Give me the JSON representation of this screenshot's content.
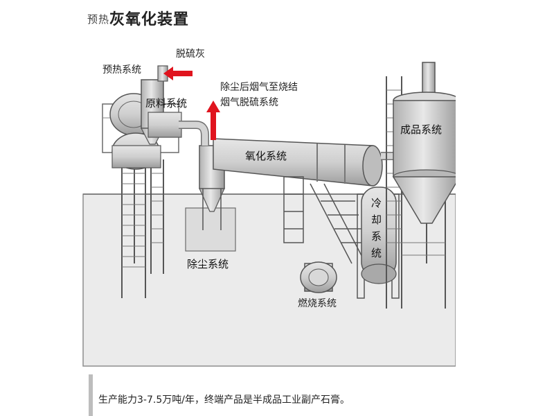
{
  "page": {
    "title_prefix": "预热",
    "title_main": "灰氧化装置",
    "footnote": "生产能力3-7.5万吨/年，终端产品是半成品工业副产石膏。"
  },
  "labels": {
    "preheat": "预热系统",
    "desulfurization_ash": "脱硫灰",
    "raw_material": "原料系统",
    "flue_gas_line1": "除尘后烟气至烧结",
    "flue_gas_line2": "烟气脱硫系统",
    "finished": "成品系统",
    "oxidation": "氧化系统",
    "cooling_chars": [
      "冷",
      "却",
      "系",
      "统"
    ],
    "dust_removal": "除尘系统",
    "combustion": "燃烧系统"
  },
  "colors": {
    "platform": "#ececec",
    "metal": "#c9c9c9",
    "metal_dark": "#8a8a8a",
    "arrow": "#e0141e"
  }
}
